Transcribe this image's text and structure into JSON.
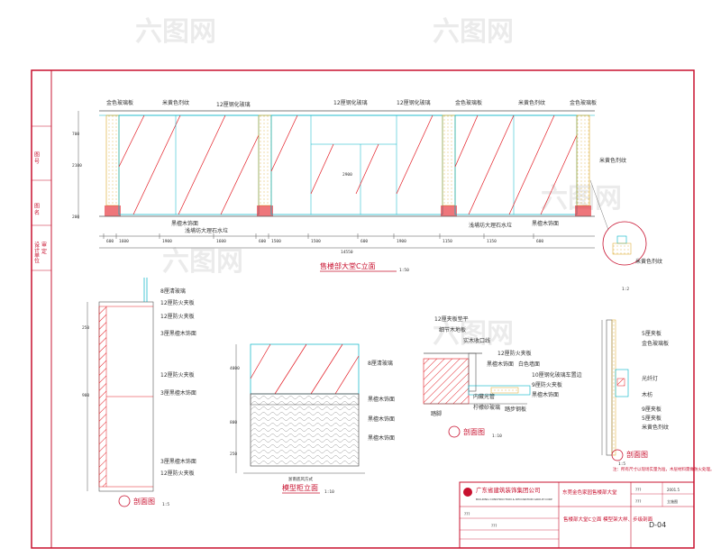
{
  "watermark": "六图网",
  "colors": {
    "border": "#c8102e",
    "glass": "#00b3c6",
    "hatch": "#e31b23",
    "wood": "#d9a521",
    "dim": "#555555"
  },
  "main_elevation": {
    "title": "售楼部大堂C立面",
    "scale": "1:50",
    "labels_top": [
      "金色玻璃板",
      "米黄色剂纹",
      "12厘钢化玻璃",
      "12厘钢化玻璃",
      "12厘钢化玻璃",
      "金色玻璃板",
      "米黄色剂纹",
      "金色玻璃板"
    ],
    "labels_bottom": [
      "黑檀木饰面",
      "浅埔坊大理石水垃",
      "浅埔坊大理石水垃",
      "黑檀木饰面"
    ],
    "dims_bottom": [
      "600",
      "1600",
      "1900",
      "1600",
      "600",
      "1500",
      "1500",
      "600",
      "1900",
      "1150",
      "1150",
      "600"
    ],
    "total": "14550",
    "dims_left": [
      "700",
      "2100",
      "200"
    ],
    "mid_note": "2900"
  },
  "detail_circle": {
    "labels": [
      "米黄色剂纹",
      "米黄色剂纹"
    ],
    "scale": "1:2"
  },
  "section_left": {
    "title": "剖面图",
    "scale": "1:5",
    "labels": [
      "8厘清玻璃",
      "12厘防火夹板",
      "12厘防火夹板",
      "3厘黑檀木饰面",
      "12厘防火夹板",
      "3厘黑檀木饰面",
      "3厘黑檀木饰面",
      "12厘防火夹板"
    ],
    "dims": [
      "250",
      "900"
    ]
  },
  "model_elevation": {
    "title": "模型柜立面",
    "scale": "1:10",
    "labels": [
      "8厘清玻璃",
      "黑檀木饰面",
      "黑檀木饰面",
      "黑檀木饰面"
    ],
    "base_note": "浙南底风方式",
    "dims": [
      "4000",
      "800",
      "250"
    ]
  },
  "section_mid": {
    "title": "剖面图",
    "scale": "1:10",
    "labels": [
      "12厘夹板垫平",
      "细节木地板",
      "实木收口线",
      "12厘防火夹板",
      "黑檀木饰面",
      "白色墙面",
      "10厘钢化玻璃车置边",
      "9厘防火夹板",
      "黑檀木饰面",
      "踏步钢板",
      "内藏光管",
      "柠檬砂玻璃",
      "踏脚"
    ]
  },
  "section_right": {
    "title": "剖面图",
    "scale": "1:5",
    "labels": [
      "5厘夹板",
      "金色玻璃板",
      "光纤灯",
      "木枋",
      "9厘夹板",
      "5厘夹板",
      "米黄色剂纹"
    ]
  },
  "title_block": {
    "company": "广东省建筑装饰集团公司",
    "company_en": "BUILDING CONSTRUCTION & DECORATION GROUP CORP",
    "project": "东莞金色家园售楼部大堂",
    "drawing_name": "售楼部大堂C立面 模型架大样、步级剖面",
    "drawing_no": "D-04",
    "note": "注：所有尺寸以现场实量为准，木层材料需做防火处理。",
    "date": "2001.5",
    "sheet": "立施图",
    "placeholders": [
      "???",
      "???",
      "???",
      "???"
    ]
  },
  "left_strip": [
    "图 号",
    "图 名",
    "设计单位",
    "审 定"
  ]
}
